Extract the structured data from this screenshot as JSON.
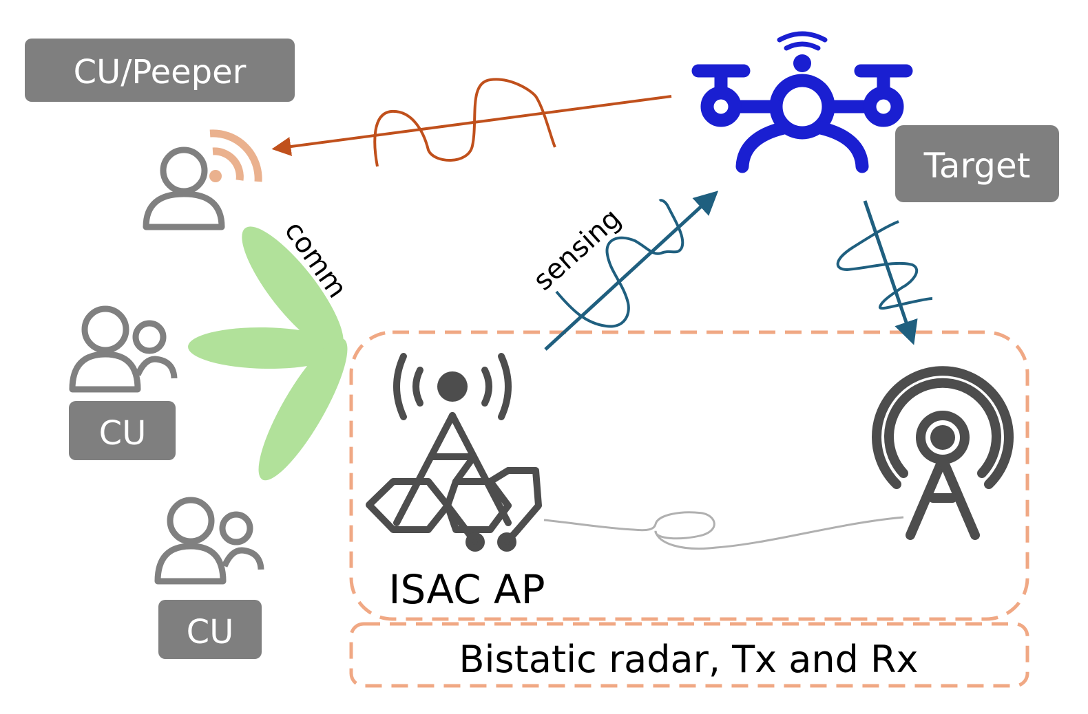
{
  "labels": {
    "peeper": "CU/Peeper",
    "target": "Target",
    "cu_1": "CU",
    "cu_2": "CU",
    "isac_ap": "ISAC AP",
    "bistatic": "Bistatic radar, Tx and Rx",
    "comm": "comm",
    "sensing": "sensing"
  },
  "icons": {
    "peeper_user": "user-broadcast-icon",
    "drone": "drone-icon",
    "user_group_1": "user-group-icon",
    "user_group_2": "user-group-icon",
    "isac_ap": "network-tower-icon",
    "receiver": "radio-tower-icon"
  },
  "colors": {
    "label_bg": "#7f7f7f",
    "label_text": "#ffffff",
    "eavesdrop": "#c0501c",
    "sensing": "#1f5f7f",
    "drone": "#1a1fd1",
    "beam": "#b1e19a",
    "dashed_box": "#f0a884",
    "tower": "#4d4d4d",
    "user_icon": "#808080",
    "broadcast": "#eab18e",
    "cable": "#b0b0b0"
  }
}
